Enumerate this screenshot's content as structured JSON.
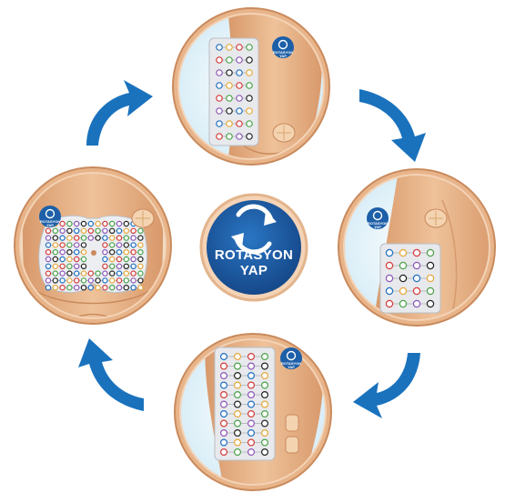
{
  "center": {
    "line1": "ROTASYON",
    "line2": "YAP"
  },
  "badge": {
    "text": "ROTASYON YAP",
    "icon": "rotation-icon"
  },
  "colors": {
    "ring": "#e8b48a",
    "ring_dark": "#c98a5c",
    "skin": "#e9b68e",
    "skin_shadow": "#d59a6d",
    "backdrop": "#d9f0f8",
    "arrow": "#1a72bd",
    "center_bg": "#1d5fa8",
    "grid_card": "#e7e9ec",
    "dot_colors": [
      "#1f6fc1",
      "#e6a83a",
      "#d33b3b",
      "#4aa24a",
      "#8c56b8",
      "#222222"
    ]
  },
  "panels": [
    {
      "id": "arm",
      "label": "arm-panel",
      "grid_cols": 4,
      "grid_rows": 8
    },
    {
      "id": "thigh-right",
      "label": "thigh-panel",
      "grid_cols": 4,
      "grid_rows": 5
    },
    {
      "id": "thigh-left",
      "label": "leg-panel",
      "grid_cols": 4,
      "grid_rows": 11
    },
    {
      "id": "abdomen",
      "label": "abdomen-panel",
      "grid_cols": 14,
      "grid_rows": 10
    }
  ]
}
